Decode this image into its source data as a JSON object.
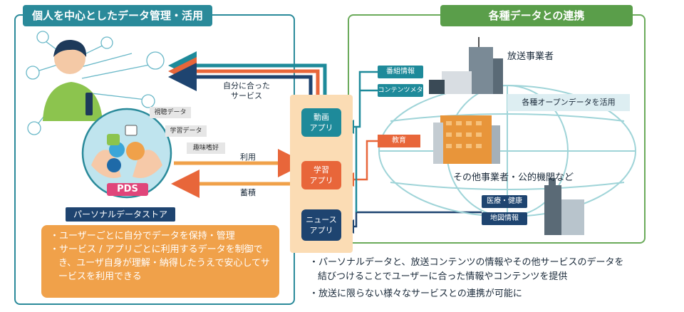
{
  "left_panel": {
    "title": "個人を中心としたデータ管理・活用",
    "data_tags": [
      "視聴データ",
      "学習データ",
      "趣味嗜好"
    ],
    "pds_logo": "PDS",
    "store_label": "パーソナルデータストア",
    "features": [
      "・ユーザーごとに自分でデータを保持・管理",
      "・サービス / アプリごとに利用するデータを制御でき、ユーザ自身が理解・納得したうえで安心してサービスを利用できる"
    ]
  },
  "flows": {
    "service_line1": "自分に合った",
    "service_line2": "サービス",
    "use": "利用",
    "store": "蓄積"
  },
  "apps": [
    {
      "line1": "動画",
      "line2": "アプリ",
      "color": "#1e8a9a"
    },
    {
      "line1": "学習",
      "line2": "アプリ",
      "color": "#e8663a"
    },
    {
      "line1": "ニュース",
      "line2": "アプリ",
      "color": "#1e4470"
    }
  ],
  "right_panel": {
    "title": "各種データとの連携",
    "broadcaster": "放送事業者",
    "program_info": "番組情報",
    "content_meta": "コンテンツメタ",
    "open_data": "各種オープンデータを活用",
    "education": "教育",
    "other_orgs": "その他事業者・公的機関など",
    "medical": "医療・健康",
    "map_info": "地図情報"
  },
  "notes": [
    "・パーソナルデータと、放送コンテンツの情報やその他サービスのデータを",
    "結びつけることでユーザーに合った情報やコンテンツを提供",
    "・放送に限らない様々なサービスとの連携が可能に"
  ],
  "colors": {
    "teal": "#1e8a9a",
    "orange": "#e8663a",
    "navy": "#1e4470",
    "green": "#5a9e4a",
    "peach": "#fbdcb4",
    "amber": "#f0a14a"
  }
}
